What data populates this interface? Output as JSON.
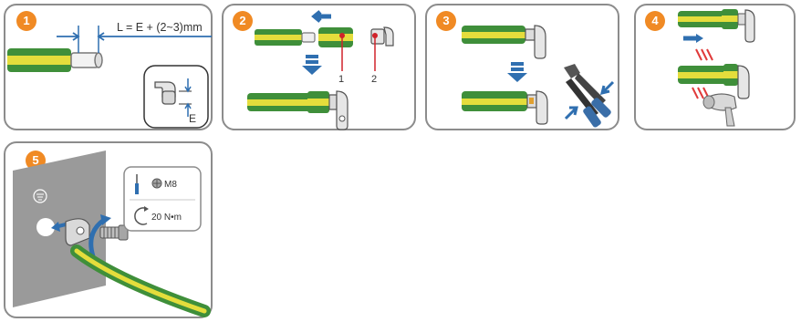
{
  "steps": [
    {
      "number": "1",
      "formula": "L = E + (2~3)mm",
      "dim_label": "E"
    },
    {
      "number": "2",
      "callout_1": "1",
      "callout_2": "2"
    },
    {
      "number": "3"
    },
    {
      "number": "4"
    },
    {
      "number": "5",
      "spec_bolt": "M8",
      "spec_torque": "20 N•m"
    }
  ],
  "colors": {
    "badge": "#f08a24",
    "panel_border": "#8c8c8c",
    "cable_green": "#3f8f3a",
    "cable_yellow": "#e4dd3c",
    "arrow_blue": "#2f6fb0",
    "heat_red": "#e03a3a",
    "callout_red": "#d0232a"
  },
  "icons": [
    "cable-icon",
    "terminal-lug-icon",
    "heat-shrink-tube-icon",
    "crimping-tool-icon",
    "heat-gun-icon",
    "ground-symbol-icon",
    "bolt-icon",
    "screwdriver-icon",
    "torque-wrench-icon"
  ]
}
